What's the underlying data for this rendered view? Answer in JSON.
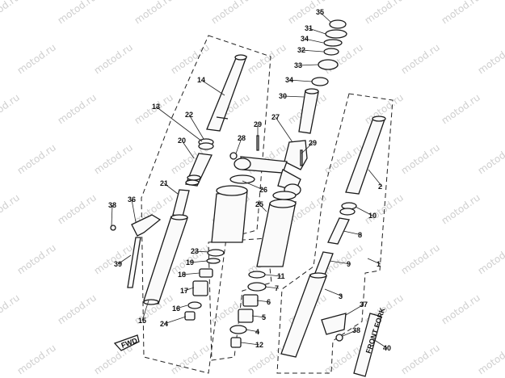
{
  "watermark": "motod.ru",
  "fwd_label": "FWD",
  "decal_text": "FRONT FORK",
  "part_labels": [
    "35",
    "31",
    "34",
    "32",
    "33",
    "34",
    "30",
    "27",
    "29",
    "29",
    "28",
    "26",
    "25",
    "14",
    "13",
    "22",
    "20",
    "21",
    "36",
    "38",
    "39",
    "23",
    "19",
    "18",
    "17",
    "16",
    "15",
    "24",
    "2",
    "10",
    "8",
    "9",
    "1",
    "3",
    "11",
    "7",
    "6",
    "5",
    "4",
    "12",
    "37",
    "38",
    "40"
  ]
}
